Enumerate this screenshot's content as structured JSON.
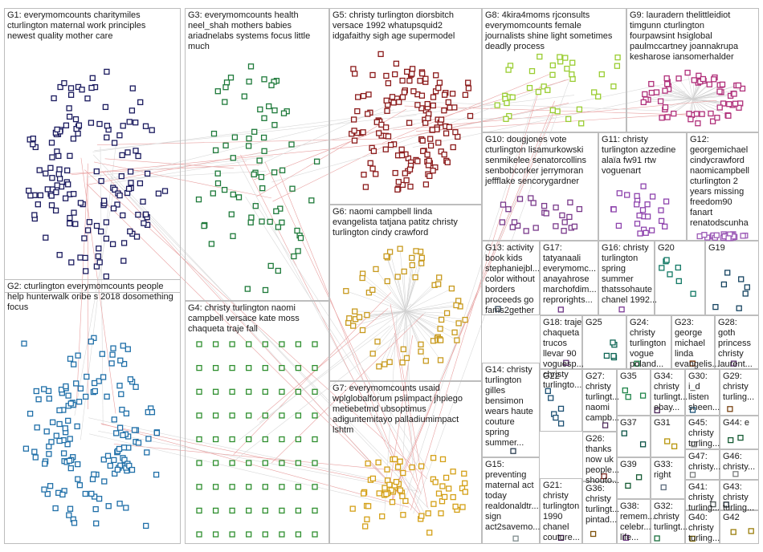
{
  "groups": [
    {
      "id": "G1",
      "lines": [
        "G1: everymomcounts charitymiles",
        "cturlington maternal work principles",
        "newest quality mother care"
      ],
      "color": "#1a1a5e"
    },
    {
      "id": "G2",
      "lines": [
        "G2: cturlington everymomcounts people",
        "help hunterwalk oribe s 2018 dosomething",
        "focus"
      ],
      "color": "#1f6fa8"
    },
    {
      "id": "G3",
      "lines": [
        "G3: everymomcounts health",
        "neel_shah mothers babies",
        "ariadnelabs systems focus little",
        "much"
      ],
      "color": "#1e7a3a"
    },
    {
      "id": "G4",
      "lines": [
        "G4: christy turlington naomi",
        "campbell versace kate moss",
        "chaqueta traje fall"
      ],
      "color": "#2f8f2f"
    },
    {
      "id": "G5",
      "lines": [
        "G5: christy turlington diorsbitch",
        "versace 1992 whatupsquid2",
        "idgafaithy sigh age supermodel"
      ],
      "color": "#8b1a1a"
    },
    {
      "id": "G6",
      "lines": [
        "G6: naomi campbell linda",
        "evangelista tatjana patitz christy",
        "turlington cindy crawford"
      ],
      "color": "#c89a1e"
    },
    {
      "id": "G7",
      "lines": [
        "G7: everymomcounts usaid",
        "wplglobalforum psiimpact jhpiego",
        "metiebetmd ubsoptimus",
        "adiguntemitayo palladiumimpact",
        "lshtm"
      ],
      "color": "#d4a017"
    },
    {
      "id": "G8",
      "lines": [
        "G8: 4kira4moms rjconsults",
        "everymomcounts female",
        "journalists shine light sometimes",
        "deadly process"
      ],
      "color": "#9acd32"
    },
    {
      "id": "G9",
      "lines": [
        "G9: lauradern thelittleidiot",
        "timgunn cturlington",
        "fourpawsint hsiglobal",
        "paulmccartney joannakrupa",
        "kesharose iansomerhalder"
      ],
      "color": "#b0307a"
    },
    {
      "id": "G10",
      "lines": [
        "G10: dougjones vote",
        "cturlington lisamurkowski",
        "senmikelee senatorcollins",
        "senbobcorker jerrymoran",
        "jeffflake sencorygardner"
      ],
      "color": "#7a3a8b"
    },
    {
      "id": "G11",
      "lines": [
        "G11: christy",
        "turlington azzedine",
        "alaïa fw91 rtw",
        "voguenart"
      ],
      "color": "#8e44ad"
    },
    {
      "id": "G12",
      "lines": [
        "G12:",
        "georgemichael",
        "cindycrawford",
        "naomicampbell",
        "cturlington 2",
        "years missing",
        "freedom90",
        "fanart",
        "renatodscunha"
      ],
      "color": "#9b59b6"
    },
    {
      "id": "G13",
      "lines": [
        "G13: activity",
        "book kids",
        "stephaniejbl...",
        "color without",
        "borders",
        "proceeds go",
        "fams2gether"
      ],
      "color": "#34495e"
    },
    {
      "id": "G14",
      "lines": [
        "G14: christy",
        "turlington",
        "gilles",
        "bensimon",
        "wears haute",
        "couture",
        "spring",
        "summer..."
      ],
      "color": "#2c3e50"
    },
    {
      "id": "G15",
      "lines": [
        "G15:",
        "preventing",
        "maternal act",
        "today",
        "realdonaldtr...",
        "sign",
        "act2savemo..."
      ],
      "color": "#7f8c8d"
    },
    {
      "id": "G16",
      "lines": [
        "G16: christy",
        "turlington",
        "spring",
        "summer",
        "thatssohaute",
        "chanel 1992..."
      ],
      "color": "#7d3c98"
    },
    {
      "id": "G17",
      "lines": [
        "G17:",
        "tatyanaali",
        "everymomc...",
        "anayahrose",
        "marchofdim...",
        "reprorights..."
      ],
      "color": "#6c3483"
    },
    {
      "id": "G18",
      "lines": [
        "G18: traje",
        "chaqueta",
        "trucos",
        "llevar 90",
        "voguesp...",
        "christy",
        "turlingto..."
      ],
      "color": "#5b2c6f"
    },
    {
      "id": "G19",
      "lines": [
        "G19"
      ],
      "color": "#154360"
    },
    {
      "id": "G20",
      "lines": [
        "G20"
      ],
      "color": "#117864"
    },
    {
      "id": "G21",
      "lines": [
        "G21:",
        "christy",
        "turlington",
        "1990",
        "chanel",
        "couture..."
      ],
      "color": "#4a235a"
    },
    {
      "id": "G22",
      "lines": [
        "G22"
      ],
      "color": "#1b4f72"
    },
    {
      "id": "G23",
      "lines": [
        "G23:",
        "george",
        "michael",
        "linda",
        "evangelis..."
      ],
      "color": "#6e2c00"
    },
    {
      "id": "G24",
      "lines": [
        "G24:",
        "christy",
        "turlington",
        "vogue",
        "poland..."
      ],
      "color": "#1d8348"
    },
    {
      "id": "G25",
      "lines": [
        "G25"
      ],
      "color": "#0e6655"
    },
    {
      "id": "G26",
      "lines": [
        "G26:",
        "thanks",
        "now uk",
        "people...",
        "shouto..."
      ],
      "color": "#7b241c"
    },
    {
      "id": "G27",
      "lines": [
        "G27:",
        "christy",
        "turlingt...",
        "naomi",
        "campb..."
      ],
      "color": "#512e5f"
    },
    {
      "id": "G28",
      "lines": [
        "G28:",
        "goth",
        "princess",
        "christy",
        "laurent..."
      ],
      "color": "#633974"
    },
    {
      "id": "G29",
      "lines": [
        "G29:",
        "christy",
        "turling..."
      ],
      "color": "#784212"
    },
    {
      "id": "G30",
      "lines": [
        "G30:",
        "i_d",
        "listen",
        "sheen..."
      ],
      "color": "#1a5276"
    },
    {
      "id": "G31",
      "lines": [
        "G31"
      ],
      "color": "#b7950b"
    },
    {
      "id": "G32",
      "lines": [
        "G32:",
        "christy",
        "turlingt..."
      ],
      "color": "#196f3d"
    },
    {
      "id": "G33",
      "lines": [
        "G33:",
        "right"
      ],
      "color": "#5d6d7e"
    },
    {
      "id": "G34",
      "lines": [
        "G34:",
        "christy",
        "turlingt...",
        "ebay..."
      ],
      "color": "#4a235a"
    },
    {
      "id": "G35",
      "lines": [
        "G35"
      ],
      "color": "#1e8449"
    },
    {
      "id": "G36",
      "lines": [
        "G36:",
        "christy",
        "turlingt...",
        "pintad..."
      ],
      "color": "#7e5109"
    },
    {
      "id": "G37",
      "lines": [
        "G37"
      ],
      "color": "#0b5345"
    },
    {
      "id": "G38",
      "lines": [
        "G38:",
        "remem...",
        "celebr...",
        "life..."
      ],
      "color": "#6c3483"
    },
    {
      "id": "G39",
      "lines": [
        "G39"
      ],
      "color": "#145a32"
    },
    {
      "id": "G40",
      "lines": [
        "G40:",
        "christy",
        "turling..."
      ],
      "color": "#7d6608"
    },
    {
      "id": "G41",
      "lines": [
        "G41:",
        "christy",
        "turling..."
      ],
      "color": "#4d5656"
    },
    {
      "id": "G42",
      "lines": [
        "G42"
      ],
      "color": "#9a7d0a"
    },
    {
      "id": "G43",
      "lines": [
        "G43:",
        "christy",
        "turling..."
      ],
      "color": "#1b2631"
    },
    {
      "id": "G44",
      "lines": [
        "G44: e"
      ],
      "color": "#145a32"
    },
    {
      "id": "G45",
      "lines": [
        "G45:",
        "christy",
        "turling..."
      ],
      "color": "#7b7d7d"
    },
    {
      "id": "G46",
      "lines": [
        "G46:",
        "christy..."
      ],
      "color": "#7b7d7d"
    },
    {
      "id": "G47",
      "lines": [
        "G47:",
        "christy..."
      ],
      "color": "#7b7d7d"
    }
  ]
}
